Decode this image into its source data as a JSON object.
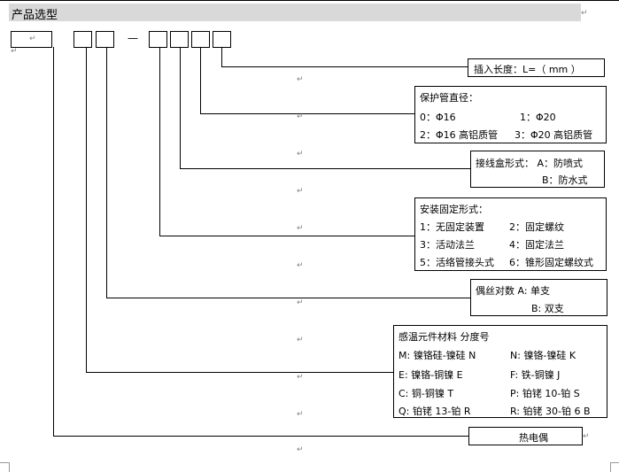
{
  "header": {
    "title": "产品选型"
  },
  "return_mark": "↵",
  "code_boxes": {
    "dash": "—"
  },
  "panels": {
    "length": {
      "text": "插入长度：L=（ mm ）"
    },
    "tube": {
      "title": "保护管直径：",
      "r1c1": "0：Φ16",
      "r1c2": "1：Φ20",
      "r2c1": "2：Φ16 高铝质管",
      "r2c2": "3：Φ20 高铝质管"
    },
    "junction": {
      "r1": "接线盒形式： A：防喷式",
      "r2": "B：防水式"
    },
    "mount": {
      "title": "安装固定形式：",
      "r1c1": "1：无固定装置",
      "r1c2": "2：固定螺纹",
      "r2c1": "3：活动法兰",
      "r2c2": "4：固定法兰",
      "r3c1": "5：活络管接头式",
      "r3c2": "6：锥形固定螺纹式"
    },
    "pairs": {
      "r1": "偶丝对数    A:  单支",
      "r2": "B:  双支"
    },
    "element": {
      "title": "感温元件材料 分度号",
      "r1c1": "M: 镍铬硅-镍硅 N",
      "r1c2": "N: 镍铬-镍硅 K",
      "r2c1": "E: 镍铬-铜镍 E",
      "r2c2": "F: 铁-铜镍 J",
      "r3c1": "C: 铜-铜镍 T",
      "r3c2": "P: 铂铑 10-铂 S",
      "r4c1": "Q: 铂铑 13-铂 R",
      "r4c2": "R: 铂铑 30-铂 6 B"
    },
    "thermo": {
      "text": "热电偶"
    }
  }
}
